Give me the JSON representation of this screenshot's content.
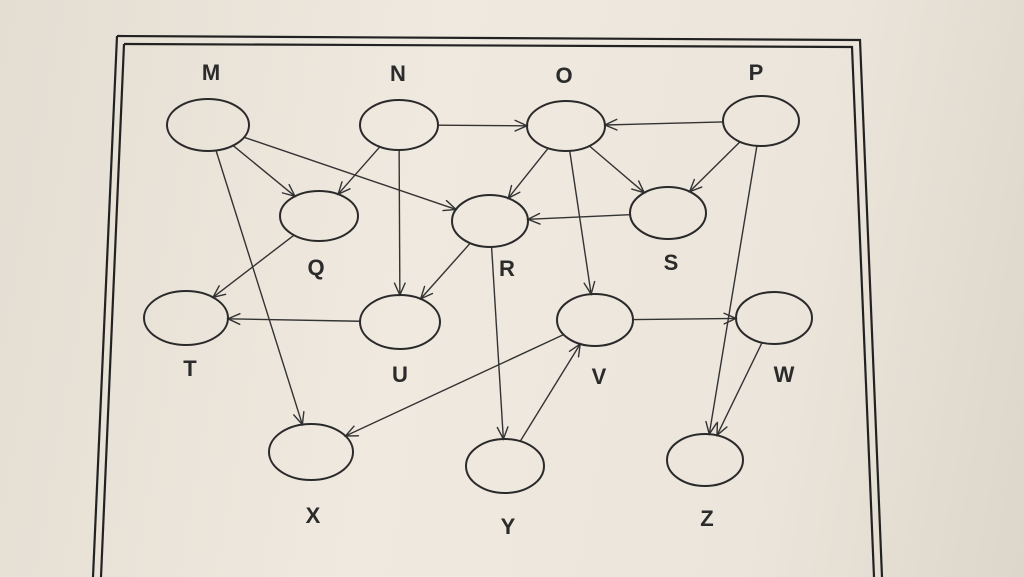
{
  "diagram": {
    "type": "directed-graph",
    "colors": {
      "paper": "#ece6dc",
      "ink": "#2a2a2a"
    },
    "nodes": [
      {
        "id": "M",
        "label": "M"
      },
      {
        "id": "N",
        "label": "N"
      },
      {
        "id": "O",
        "label": "O"
      },
      {
        "id": "P",
        "label": "P"
      },
      {
        "id": "Q",
        "label": "Q"
      },
      {
        "id": "R",
        "label": "R"
      },
      {
        "id": "S",
        "label": "S"
      },
      {
        "id": "T",
        "label": "T"
      },
      {
        "id": "U",
        "label": "U"
      },
      {
        "id": "V",
        "label": "V"
      },
      {
        "id": "W",
        "label": "W"
      },
      {
        "id": "X",
        "label": "X"
      },
      {
        "id": "Y",
        "label": "Y"
      },
      {
        "id": "Z",
        "label": "Z"
      }
    ],
    "edges": [
      {
        "from": "M",
        "to": "Q"
      },
      {
        "from": "M",
        "to": "R"
      },
      {
        "from": "M",
        "to": "X"
      },
      {
        "from": "N",
        "to": "O"
      },
      {
        "from": "N",
        "to": "Q"
      },
      {
        "from": "N",
        "to": "U"
      },
      {
        "from": "P",
        "to": "O"
      },
      {
        "from": "P",
        "to": "S"
      },
      {
        "from": "P",
        "to": "Z"
      },
      {
        "from": "O",
        "to": "R"
      },
      {
        "from": "O",
        "to": "S"
      },
      {
        "from": "O",
        "to": "V"
      },
      {
        "from": "S",
        "to": "R"
      },
      {
        "from": "Q",
        "to": "T"
      },
      {
        "from": "R",
        "to": "U"
      },
      {
        "from": "R",
        "to": "Y"
      },
      {
        "from": "U",
        "to": "T"
      },
      {
        "from": "V",
        "to": "W"
      },
      {
        "from": "V",
        "to": "X"
      },
      {
        "from": "Y",
        "to": "V"
      },
      {
        "from": "W",
        "to": "Z"
      }
    ]
  }
}
